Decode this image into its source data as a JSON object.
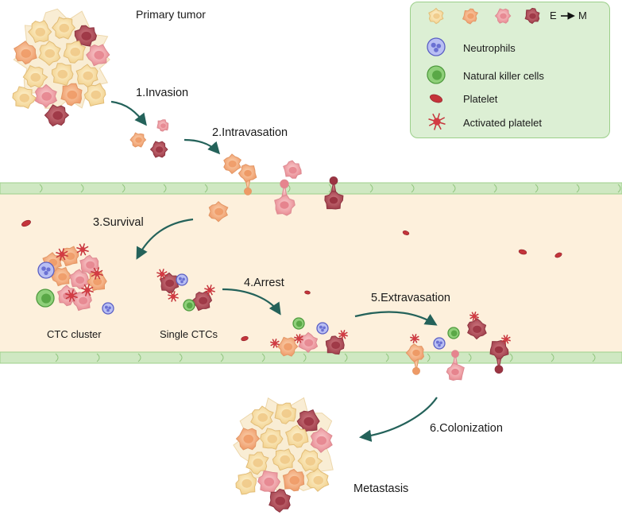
{
  "labels": {
    "primary_tumor": "Primary tumor",
    "invasion": "1.Invasion",
    "intravasation": "2.Intravasation",
    "survival": "3.Survival",
    "arrest": "4.Arrest",
    "extravasation": "5.Extravasation",
    "colonization": "6.Colonization",
    "ctc_cluster": "CTC cluster",
    "single_ctcs": "Single CTCs",
    "metastasis": "Metastasis"
  },
  "legend": {
    "em_e": "E",
    "em_m": "M",
    "neutrophils": "Neutrophils",
    "nk_cells": "Natural killer cells",
    "platelet": "Platelet",
    "activated_platelet": "Activated platelet"
  },
  "colors": {
    "vessel_fill": "#fdf0dc",
    "endothelium": "#cfe8c2",
    "legend_bg": "#dcefd4",
    "arrow": "#24625a",
    "epithelial": "#f8e2a6",
    "hybrid_orange": "#f5b07e",
    "hybrid_pink": "#f2a4aa",
    "mesenchymal": "#b6535e",
    "neutrophil": "#9fa7ee",
    "nk_cell": "#7fc06a",
    "platelet": "#c0333b"
  }
}
